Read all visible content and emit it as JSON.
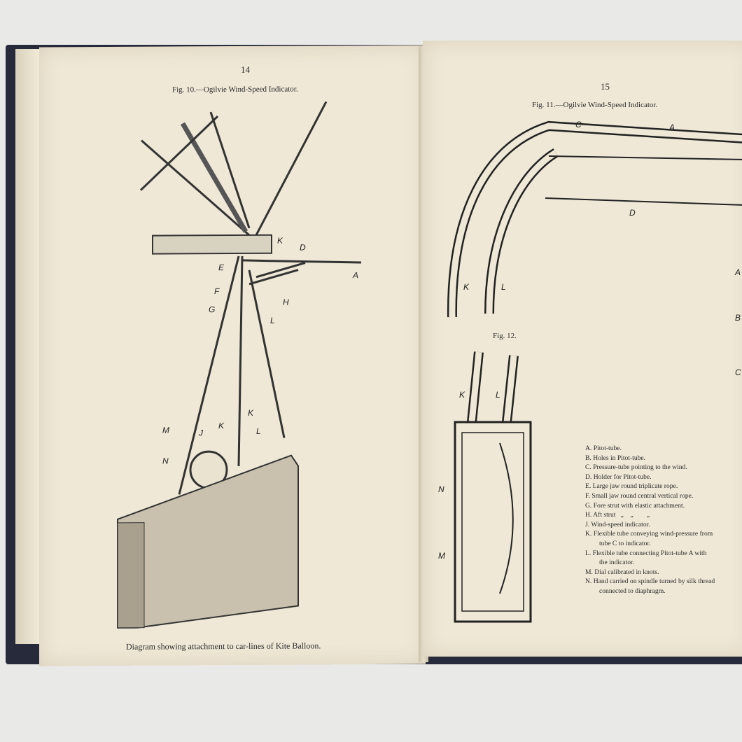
{
  "left_page": {
    "page_number": "14",
    "figure_caption": "Fig. 10.—Ogilvie Wind-Speed Indicator.",
    "bottom_caption": "Diagram showing attachment to car-lines of Kite Balloon.",
    "labels": [
      "K",
      "D",
      "E",
      "A",
      "F",
      "H",
      "G",
      "L",
      "M",
      "J",
      "K",
      "K",
      "L",
      "N"
    ]
  },
  "right_page": {
    "page_number": "15",
    "figure11_caption": "Fig. 11.—Ogilvie Wind-Speed Indicator.",
    "figure11_labels": [
      "C",
      "A",
      "D",
      "K",
      "L"
    ],
    "figure12_caption": "Fig. 12.",
    "figure12_labels": [
      "K",
      "L",
      "N",
      "M"
    ],
    "edge_labels": [
      "A",
      "B",
      "C"
    ],
    "legend": [
      "A. Pitot-tube.",
      "B. Holes in Pitot-tube.",
      "C. Pressure-tube pointing to the wind.",
      "D. Holder for Pitot-tube.",
      "E. Large jaw round triplicate rope.",
      "F. Small jaw round central vertical rope.",
      "G. Fore strut with elastic attachment.",
      "H. Aft strut   „    „        „",
      "J. Wind-speed indicator.",
      "K. Flexible tube conveying wind-pressure from",
      "tube C to indicator.",
      "L. Flexible tube connecting Pitot-tube A with",
      "the indicator.",
      "M. Dial calibrated in knots.",
      "N. Hand carried on spindle turned by silk thread",
      "connected to diaphragm."
    ]
  }
}
